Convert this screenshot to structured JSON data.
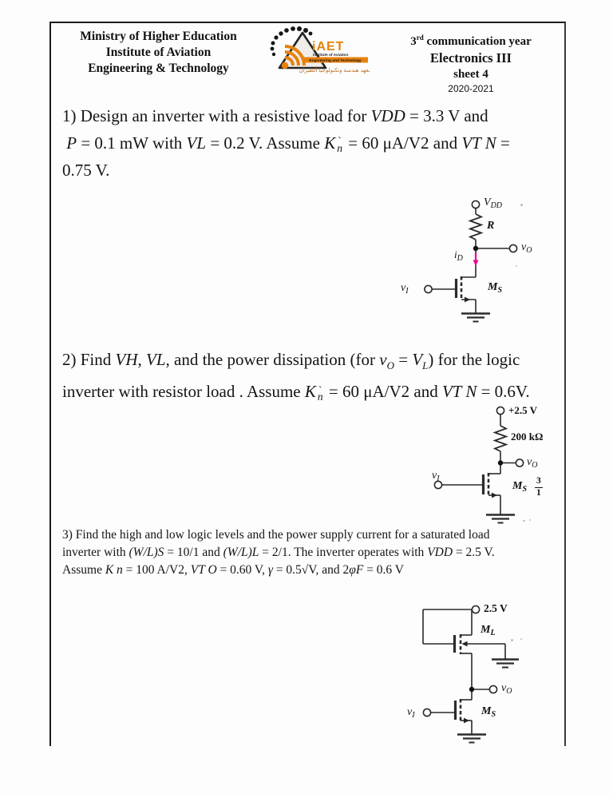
{
  "colors": {
    "accent_orange": "#e8820c",
    "magenta_arrow": "#ec008c",
    "ink": "#1a1a1a"
  },
  "header": {
    "institution": {
      "line1": "Ministry of Higher Education",
      "line2": "Institute of Aviation",
      "line3": "Engineering & Technology"
    },
    "logo": {
      "acronym": "iAET",
      "name_line1": "Institute of Aviation",
      "name_line2": "Engineering and Technology",
      "arabic": "معهد هندسة وتكنولوجيا الطيران"
    },
    "course": {
      "year_num": "3",
      "year_ord": "rd",
      "year_text": "  communication year",
      "title": "Electronics III",
      "sheet": "sheet 4",
      "academic_year": "2020-2021"
    }
  },
  "problems": {
    "p1": {
      "lines": [
        [
          {
            "t": "1) Design an inverter with a resistive load for "
          },
          {
            "t": "VDD",
            "s": "i"
          },
          {
            "t": " = 3.3 V and"
          }
        ],
        [
          {
            "t": " "
          },
          {
            "t": "P",
            "s": "i"
          },
          {
            "t": " = 0.1 mW with "
          },
          {
            "t": "VL",
            "s": "i"
          },
          {
            "t": " = 0.2 V. Assume "
          },
          {
            "t": "K",
            "s": "i"
          },
          {
            "t": "n",
            "p": "ˋ",
            "s": "primesub"
          },
          {
            "t": " = 60 μA/V2 and "
          },
          {
            "t": "VT N",
            "s": "i"
          },
          {
            "t": " ="
          }
        ],
        [
          {
            "t": "0.75 V."
          }
        ]
      ]
    },
    "p2": {
      "lines": [
        [
          {
            "t": "2) Find "
          },
          {
            "t": "VH",
            "s": "i"
          },
          {
            "t": ", "
          },
          {
            "t": "VL",
            "s": "i"
          },
          {
            "t": ", and the power dissipation (for "
          },
          {
            "t": "v",
            "s": "i"
          },
          {
            "t": "O",
            "s": "isub"
          },
          {
            "t": " = "
          },
          {
            "t": "V",
            "s": "i"
          },
          {
            "t": "L",
            "s": "isub"
          },
          {
            "t": ") for the logic"
          }
        ],
        [
          {
            "t": "inverter with resistor load . Assume "
          },
          {
            "t": "K",
            "s": "i"
          },
          {
            "t": "n",
            "p": "ˋ",
            "s": "primesub"
          },
          {
            "t": " = 60 μA/V2 and "
          },
          {
            "t": "VT N",
            "s": "i"
          },
          {
            "t": " = 0.6V."
          }
        ]
      ]
    },
    "p3": {
      "lines": [
        [
          {
            "t": "3) Find the high and low logic levels and the power supply current for a saturated load"
          }
        ],
        [
          {
            "t": "inverter with "
          },
          {
            "t": "(W/L)S",
            "s": "i"
          },
          {
            "t": " = 10/1 and "
          },
          {
            "t": "(W/L)L",
            "s": "i"
          },
          {
            "t": " = 2/1. The inverter operates with "
          },
          {
            "t": "VDD",
            "s": "i"
          },
          {
            "t": " = 2.5 V."
          }
        ],
        [
          {
            "t": "Assume "
          },
          {
            "t": "K n",
            "s": "i"
          },
          {
            "t": " = 100 A/V2, "
          },
          {
            "t": "VT O",
            "s": "i"
          },
          {
            "t": " = 0.60 V, "
          },
          {
            "t": "γ",
            "s": "i"
          },
          {
            "t": " = 0.5√V, and 2"
          },
          {
            "t": "φF",
            "s": "i"
          },
          {
            "t": " = 0.6 V"
          }
        ]
      ]
    }
  },
  "circuit1": {
    "supply_main": "V",
    "supply_sub": "DD",
    "resistor": "R",
    "current_main": "i",
    "current_sub": "D",
    "output_main": "v",
    "output_sub": "O",
    "input_main": "v",
    "input_sub": "I",
    "transistor_main": "M",
    "transistor_sub": "S"
  },
  "circuit2": {
    "supply": "+2.5 V",
    "resistor": "200 kΩ",
    "output_main": "v",
    "output_sub": "O",
    "input_main": "v",
    "input_sub": "I",
    "transistor_main": "M",
    "transistor_sub": "S",
    "ratio_num": "3",
    "ratio_den": "1"
  },
  "circuit3": {
    "supply": "2.5 V",
    "load_main": "M",
    "load_sub": "L",
    "output_main": "v",
    "output_sub": "O",
    "input_main": "v",
    "input_sub": "I",
    "switch_main": "M",
    "switch_sub": "S"
  }
}
